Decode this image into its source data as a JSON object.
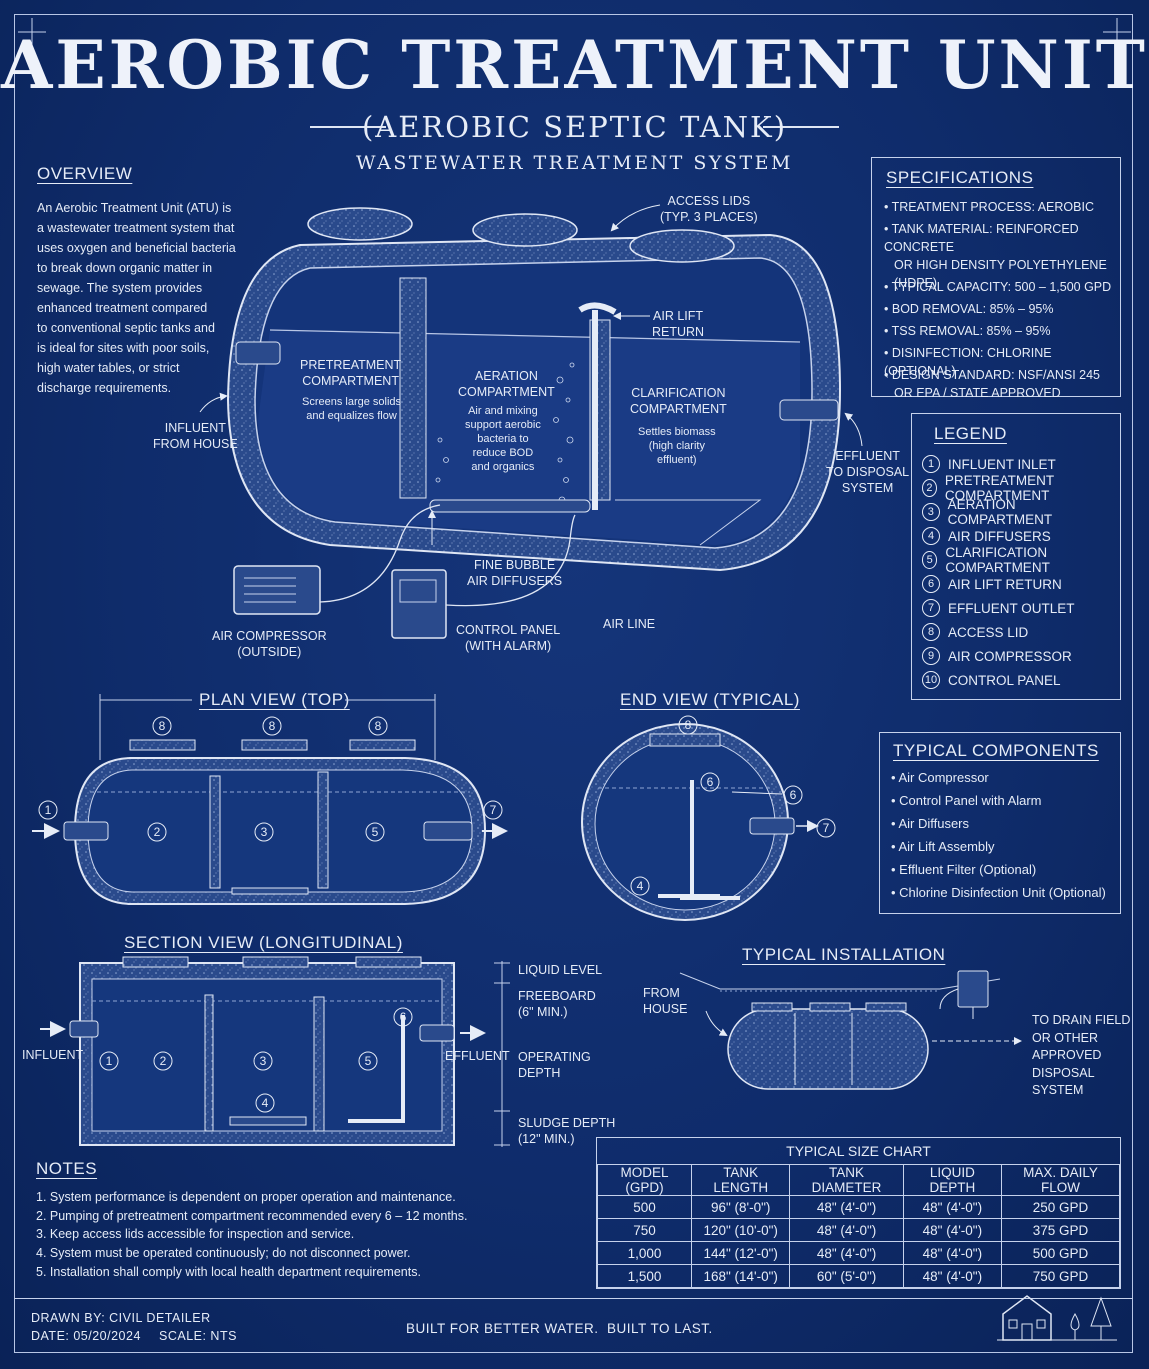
{
  "title": "AEROBIC TREATMENT UNIT",
  "subtitle": "(AEROBIC SEPTIC TANK)",
  "subtitle2": "WASTEWATER TREATMENT SYSTEM",
  "overview": {
    "heading": "OVERVIEW",
    "lines": [
      "An Aerobic Treatment Unit (ATU) is",
      "a wastewater treatment system that",
      "uses oxygen and beneficial bacteria",
      "to break down organic matter in",
      "sewage. The system provides",
      "enhanced treatment compared",
      "to conventional septic tanks and",
      "is ideal for sites with poor soils,",
      "high water tables, or strict",
      "discharge requirements."
    ]
  },
  "specs": {
    "heading": "SPECIFICATIONS",
    "items": [
      "TREATMENT PROCESS: AEROBIC",
      "TANK MATERIAL: REINFORCED CONCRETE",
      "OR HIGH DENSITY POLYETHYLENE (HDPE)",
      "TYPICAL CAPACITY: 500 – 1,500 GPD",
      "BOD REMOVAL: 85% – 95%",
      "TSS REMOVAL: 85% – 95%",
      "DISINFECTION: CHLORINE (OPTIONAL)",
      "DESIGN STANDARD: NSF/ANSI 245",
      "OR EPA / STATE APPROVED"
    ]
  },
  "legend": {
    "heading": "LEGEND",
    "items": [
      {
        "n": "1",
        "label": "INFLUENT INLET"
      },
      {
        "n": "2",
        "label": "PRETREATMENT COMPARTMENT"
      },
      {
        "n": "3",
        "label": "AERATION COMPARTMENT"
      },
      {
        "n": "4",
        "label": "AIR DIFFUSERS"
      },
      {
        "n": "5",
        "label": "CLARIFICATION COMPARTMENT"
      },
      {
        "n": "6",
        "label": "AIR LIFT RETURN"
      },
      {
        "n": "7",
        "label": "EFFLUENT OUTLET"
      },
      {
        "n": "8",
        "label": "ACCESS LID"
      },
      {
        "n": "9",
        "label": "AIR COMPRESSOR"
      },
      {
        "n": "10",
        "label": "CONTROL PANEL"
      }
    ]
  },
  "main": {
    "access_lids": [
      "ACCESS LIDS",
      "(TYP. 3 PLACES)"
    ],
    "air_lift": [
      "AIR LIFT",
      "RETURN"
    ],
    "pretreat": [
      "PRETREATMENT",
      "COMPARTMENT"
    ],
    "pretreat_desc": [
      "Screens large solids",
      "and equalizes flow"
    ],
    "aeration": [
      "AERATION",
      "COMPARTMENT"
    ],
    "aeration_desc": [
      "Air and mixing",
      "support aerobic",
      "bacteria to",
      "reduce BOD",
      "and organics"
    ],
    "clarify": [
      "CLARIFICATION",
      "COMPARTMENT"
    ],
    "clarify_desc": [
      "Settles biomass",
      "(high clarity",
      "effluent)"
    ],
    "influent": [
      "INFLUENT",
      "FROM HOUSE"
    ],
    "effluent": [
      "EFFLUENT",
      "TO DISPOSAL",
      "SYSTEM"
    ],
    "diffusers": [
      "FINE BUBBLE",
      "AIR DIFFUSERS"
    ],
    "compressor": [
      "AIR COMPRESSOR",
      "(OUTSIDE)"
    ],
    "control": [
      "CONTROL PANEL",
      "(WITH ALARM)"
    ],
    "air_line": "AIR LINE"
  },
  "plan_view": {
    "heading": "PLAN VIEW (TOP)",
    "n8": "8",
    "n1": "1",
    "n2": "2",
    "n3": "3",
    "n5": "5",
    "n7": "7"
  },
  "end_view": {
    "heading": "END VIEW (TYPICAL)",
    "n8": "8",
    "n6": "6",
    "n7": "7",
    "n4": "4"
  },
  "components": {
    "heading": "TYPICAL COMPONENTS",
    "items": [
      "Air Compressor",
      "Control Panel with Alarm",
      "Air Diffusers",
      "Air Lift Assembly",
      "Effluent Filter (Optional)",
      "Chlorine Disinfection Unit (Optional)"
    ]
  },
  "section_view": {
    "heading": "SECTION VIEW (LONGITUDINAL)",
    "liquid_level": "LIQUID LEVEL",
    "freeboard": [
      "FREEBOARD",
      "(6\" MIN.)"
    ],
    "operating": [
      "OPERATING",
      "DEPTH"
    ],
    "sludge": [
      "SLUDGE DEPTH",
      "(12\" MIN.)"
    ],
    "influent": "INFLUENT",
    "effluent": "EFFLUENT",
    "n1": "1",
    "n2": "2",
    "n3": "3",
    "n4": "4",
    "n5": "5",
    "n6": "6"
  },
  "installation": {
    "heading": "TYPICAL INSTALLATION",
    "from_house": [
      "FROM",
      "HOUSE"
    ],
    "drain": [
      "TO DRAIN FIELD",
      "OR OTHER",
      "APPROVED",
      "DISPOSAL",
      "SYSTEM"
    ]
  },
  "size_chart": {
    "title": "TYPICAL SIZE CHART",
    "headers": [
      "MODEL (GPD)",
      "TANK LENGTH",
      "TANK DIAMETER",
      "LIQUID DEPTH",
      "MAX. DAILY FLOW"
    ],
    "rows": [
      [
        "500",
        "96\" (8'-0\")",
        "48\" (4'-0\")",
        "48\" (4'-0\")",
        "250 GPD"
      ],
      [
        "750",
        "120\" (10'-0\")",
        "48\" (4'-0\")",
        "48\" (4'-0\")",
        "375 GPD"
      ],
      [
        "1,000",
        "144\" (12'-0\")",
        "48\" (4'-0\")",
        "48\" (4'-0\")",
        "500 GPD"
      ],
      [
        "1,500",
        "168\" (14'-0\")",
        "60\" (5'-0\")",
        "48\" (4'-0\")",
        "750 GPD"
      ]
    ]
  },
  "notes": {
    "heading": "NOTES",
    "items": [
      "1. System performance is dependent on proper operation and maintenance.",
      "2. Pumping of pretreatment compartment recommended every 6 – 12 months.",
      "3. Keep access lids accessible for inspection and service.",
      "4. System must be operated continuously; do not disconnect power.",
      "5. Installation shall comply with local health department requirements."
    ]
  },
  "footer": {
    "drawn": "DRAWN BY: CIVIL DETAILER",
    "date": "DATE: 05/20/2024",
    "scale": "SCALE: NTS",
    "tagline": "BUILT FOR BETTER WATER.  BUILT TO LAST."
  },
  "colors": {
    "background": "#0f2c6b",
    "line": "#dfe6f4"
  }
}
